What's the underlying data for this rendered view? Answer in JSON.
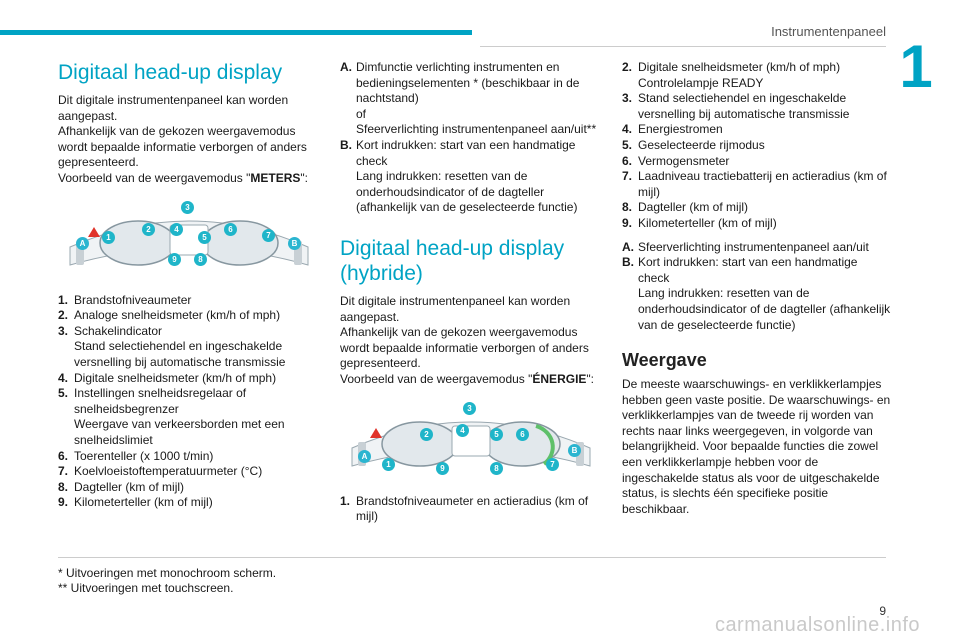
{
  "header": {
    "section_title": "Instrumentenpaneel",
    "chapter_number": "1"
  },
  "col1": {
    "heading": "Digitaal head-up display",
    "intro_lines": [
      "Dit digitale instrumentenpaneel kan worden aangepast.",
      "Afhankelijk van de gekozen weergavemodus wordt bepaalde informatie verborgen of anders gepresenteerd."
    ],
    "example_prefix": "Voorbeeld van de weergavemodus \"",
    "example_mode": "METERS",
    "example_suffix": "\":",
    "badges_numbers": [
      "1",
      "2",
      "3",
      "4",
      "5",
      "6",
      "7",
      "8",
      "9"
    ],
    "badges_letters": [
      "A",
      "B"
    ],
    "items": [
      {
        "n": "1.",
        "lines": [
          "Brandstofniveaumeter"
        ]
      },
      {
        "n": "2.",
        "lines": [
          "Analoge snelheidsmeter (km/h of mph)"
        ]
      },
      {
        "n": "3.",
        "lines": [
          "Schakelindicator",
          "Stand selectiehendel en ingeschakelde versnelling bij automatische transmissie"
        ]
      },
      {
        "n": "4.",
        "lines": [
          "Digitale snelheidsmeter (km/h of mph)"
        ]
      },
      {
        "n": "5.",
        "lines": [
          "Instellingen snelheidsregelaar of snelheidsbegrenzer",
          "Weergave van verkeersborden met een snelheidslimiet"
        ]
      },
      {
        "n": "6.",
        "lines": [
          "Toerenteller (x 1000 t/min)"
        ]
      },
      {
        "n": "7.",
        "lines": [
          "Koelvloeistoftemperatuurmeter (°C)"
        ]
      },
      {
        "n": "8.",
        "lines": [
          "Dagteller (km of mijl)"
        ]
      },
      {
        "n": "9.",
        "lines": [
          "Kilometerteller (km of mijl)"
        ]
      }
    ]
  },
  "col2": {
    "items_top": [
      {
        "n": "A.",
        "lines": [
          "Dimfunctie verlichting instrumenten en bedieningselementen * (beschikbaar in de nachtstand)",
          "of",
          "Sfeerverlichting instrumentenpaneel aan/uit**"
        ]
      },
      {
        "n": "B.",
        "lines": [
          "Kort indrukken: start van een handmatige check",
          "Lang indrukken: resetten van de onderhoudsindicator of de dagteller (afhankelijk van de geselecteerde functie)"
        ]
      }
    ],
    "heading": "Digitaal head-up display (hybride)",
    "intro_lines": [
      "Dit digitale instrumentenpaneel kan worden aangepast.",
      "Afhankelijk van de gekozen weergavemodus wordt bepaalde informatie verborgen of anders gepresenteerd."
    ],
    "example_prefix": "Voorbeeld van de weergavemodus \"",
    "example_mode": "ÉNERGIE",
    "example_suffix": "\":",
    "items_bottom": [
      {
        "n": "1.",
        "lines": [
          "Brandstofniveaumeter en actieradius (km of mijl)"
        ]
      }
    ]
  },
  "col3": {
    "items": [
      {
        "n": "2.",
        "lines": [
          "Digitale snelheidsmeter (km/h of mph)",
          "Controlelampje READY"
        ]
      },
      {
        "n": "3.",
        "lines": [
          "Stand selectiehendel en ingeschakelde versnelling bij automatische transmissie"
        ]
      },
      {
        "n": "4.",
        "lines": [
          "Energiestromen"
        ]
      },
      {
        "n": "5.",
        "lines": [
          "Geselecteerde rijmodus"
        ]
      },
      {
        "n": "6.",
        "lines": [
          "Vermogensmeter"
        ]
      },
      {
        "n": "7.",
        "lines": [
          "Laadniveau tractiebatterij en actieradius (km of mijl)"
        ]
      },
      {
        "n": "8.",
        "lines": [
          "Dagteller (km of mijl)"
        ]
      },
      {
        "n": "9.",
        "lines": [
          "Kilometerteller (km of mijl)"
        ]
      }
    ],
    "items_letters": [
      {
        "n": "A.",
        "lines": [
          "Sfeerverlichting instrumentenpaneel aan/uit"
        ]
      },
      {
        "n": "B.",
        "lines": [
          "Kort indrukken: start van een handmatige check",
          "Lang indrukken: resetten van de onderhoudsindicator of de dagteller (afhankelijk van de geselecteerde functie)"
        ]
      }
    ],
    "heading": "Weergave",
    "paragraph": "De meeste waarschuwings- en verklikkerlampjes hebben geen vaste positie. De waarschuwings- en verklikkerlampjes van de tweede rij worden van rechts naar links weergegeven, in volgorde van belangrijkheid. Voor bepaalde functies die zowel een verklikkerlampje hebben voor de ingeschakelde status als voor de uitgeschakelde status, is slechts één specifieke positie beschikbaar."
  },
  "footnotes": [
    "* Uitvoeringen met monochroom scherm.",
    "** Uitvoeringen met touchscreen."
  ],
  "page_number": "9",
  "watermark": "carmanualsonline.info",
  "colors": {
    "accent": "#00a3c4",
    "badge": "#1fb5c9",
    "warning": "#e0332a"
  }
}
